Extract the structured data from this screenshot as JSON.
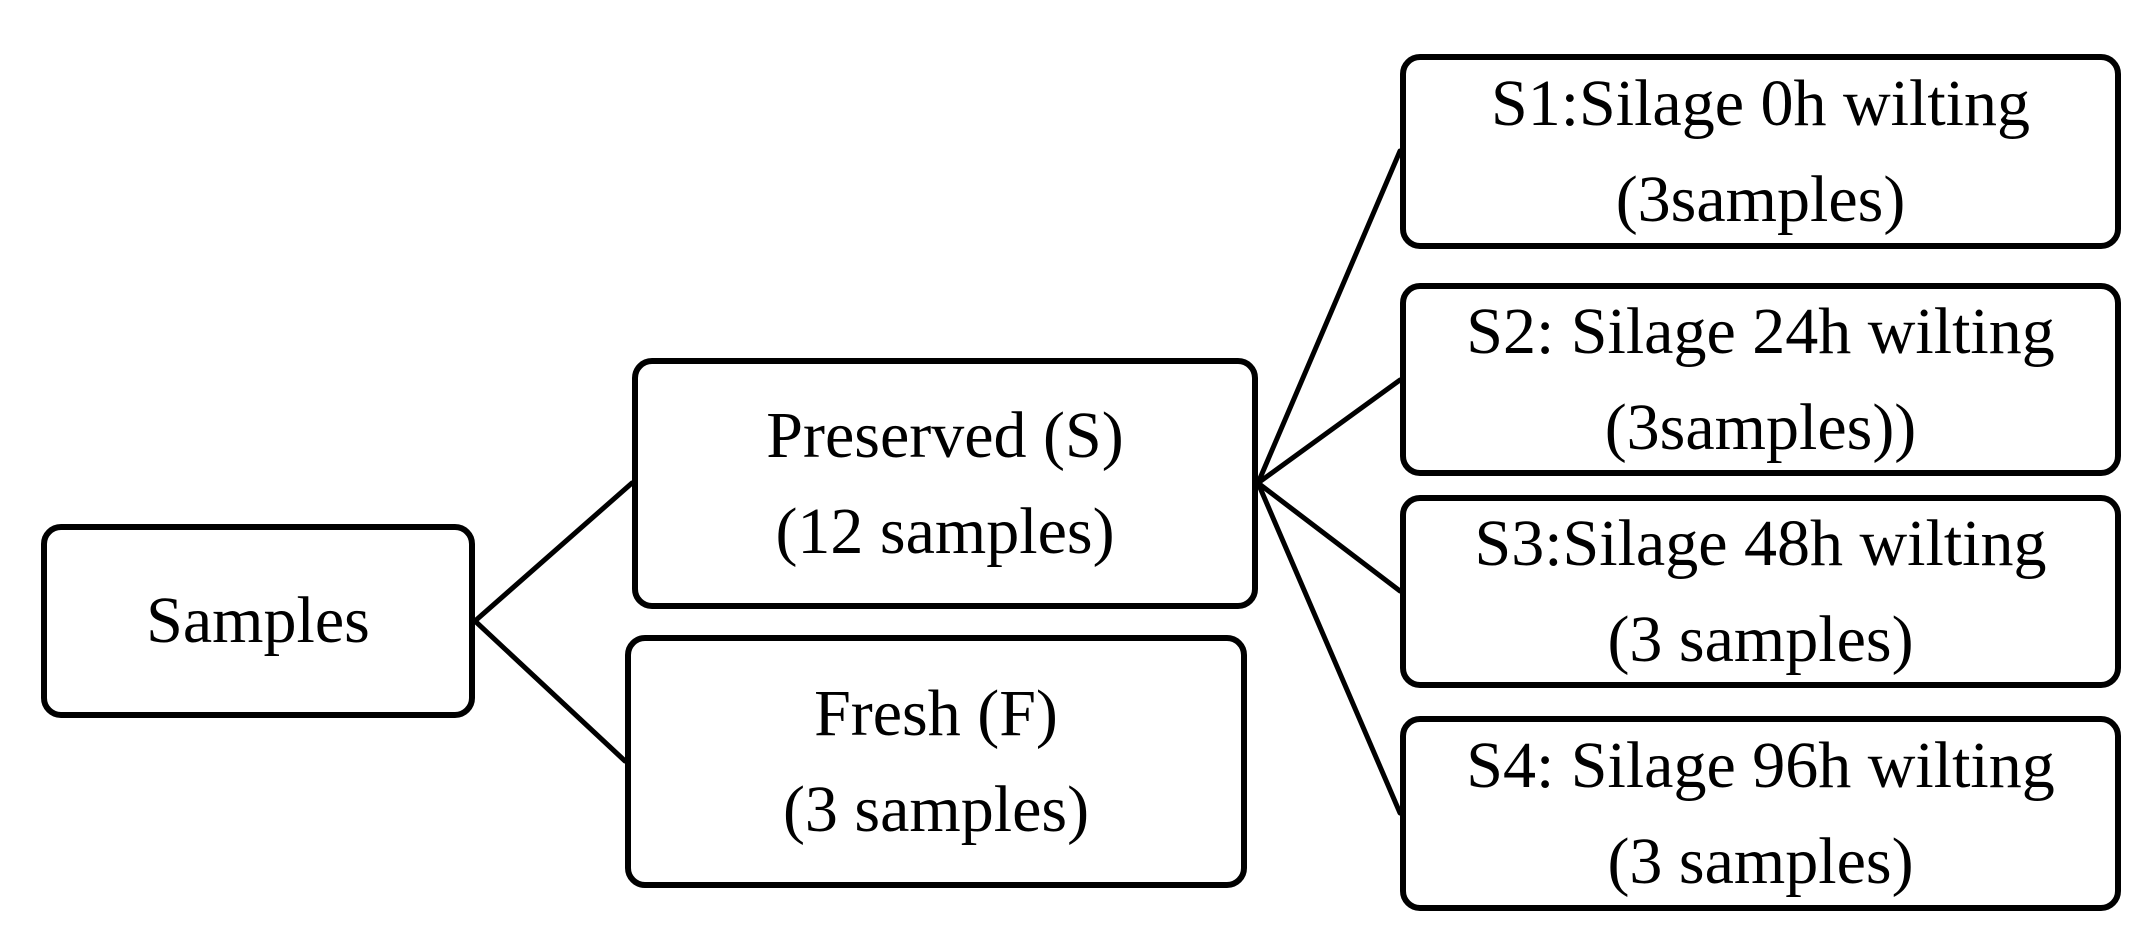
{
  "diagram": {
    "root": {
      "lines": [
        "Samples"
      ]
    },
    "preserved": {
      "lines": [
        "Preserved (S)",
        "(12 samples)"
      ]
    },
    "fresh": {
      "lines": [
        "Fresh (F)",
        "(3 samples)"
      ]
    },
    "silage": [
      {
        "lines": [
          "S1:Silage 0h wilting",
          "(3samples)"
        ]
      },
      {
        "lines": [
          "S2: Silage 24h wilting",
          "(3samples))"
        ]
      },
      {
        "lines": [
          "S3:Silage 48h wilting",
          "(3 samples)"
        ]
      },
      {
        "lines": [
          "S4: Silage 96h wilting",
          "(3 samples)"
        ]
      }
    ]
  }
}
